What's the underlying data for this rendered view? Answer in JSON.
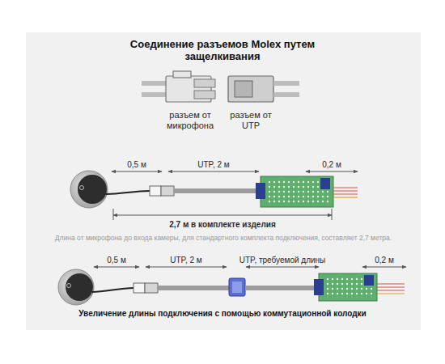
{
  "diagram": {
    "title": "Соединение разъемов Molex путем защелкивания",
    "labels": [
      "разъем от микрофона",
      "разъем от UTP",
      "0,5 м",
      "UTP, 2 м",
      "0,2 м",
      "2,7 м в комплекте изделия",
      "Длина от микрофона до входа камеры, для стандартного комплекта подключения, составляет 2,7 метра.",
      "0,5 м",
      "UTP, 2 м",
      "UTP, требуемой длины",
      "0,2 м",
      "Увеличение длины подключения с помощью коммутационной колодки"
    ]
  }
}
